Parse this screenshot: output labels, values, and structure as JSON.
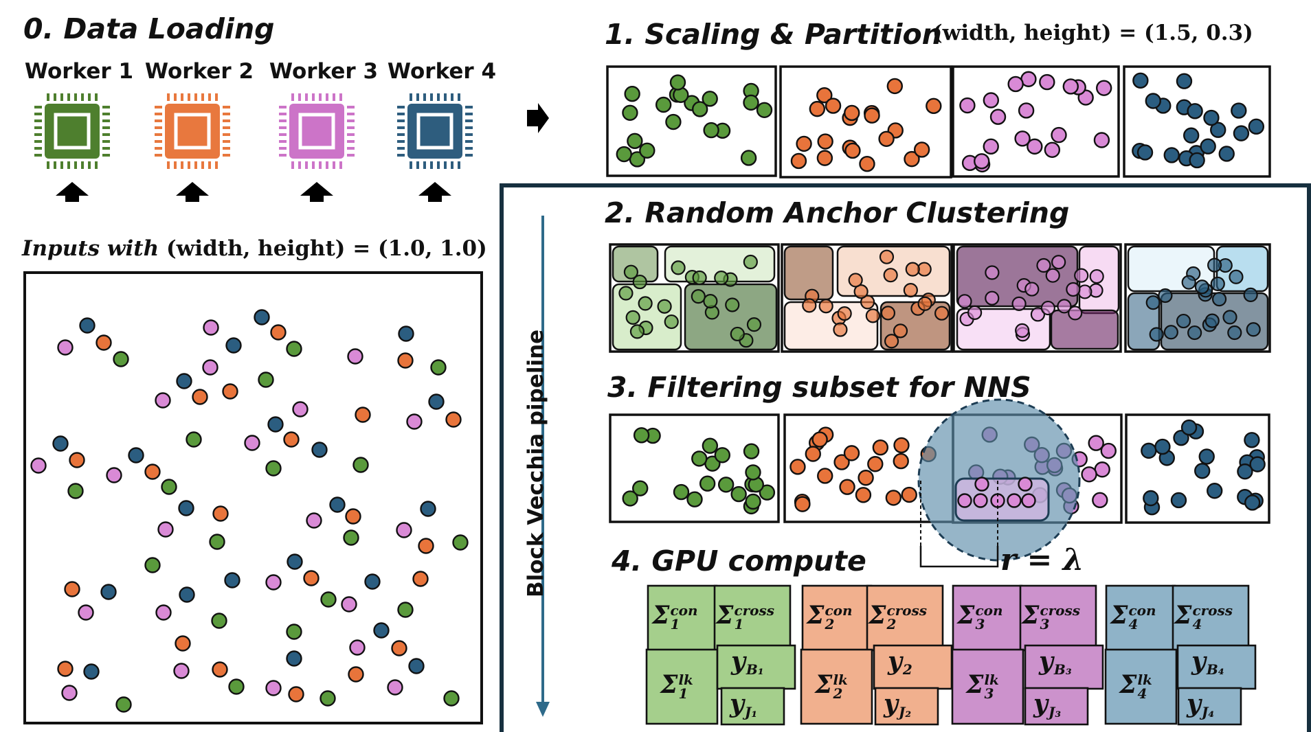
{
  "steps": {
    "step0": "0. Data Loading",
    "step1": "1. Scaling & Partition",
    "step2": "2. Random Anchor Clustering",
    "step3": "3. Filtering subset for NNS",
    "step4": "4. GPU compute"
  },
  "workers": [
    "Worker 1",
    "Worker 2",
    "Worker 3",
    "Worker 4"
  ],
  "colors": {
    "green": "#5a9a3c",
    "orange": "#e8743b",
    "pink": "#d98ad6",
    "blue": "#2b5d80",
    "chip_green": "#4e7f2e",
    "chip_orange": "#e8783e",
    "chip_pink": "#cc74c8",
    "chip_blue": "#2e5d7e",
    "pipeline_border": "#17303f",
    "search_circle": "#5e8eaa"
  },
  "math": {
    "inputs_prefix": "Inputs with",
    "inputs_wh": "(width, height) = (1.0, 1.0)",
    "scale_wh": "(width, height) = (1.5, 0.3)",
    "radius": "r = λ"
  },
  "pipeline_label": "Block Vecchia pipeline",
  "icons": [
    "cpu-chip-icon",
    "up-arrow-icon",
    "right-arrow-icon",
    "down-arrow-icon"
  ],
  "gpu": [
    {
      "con": "Σ",
      "con_sup": "con",
      "con_sub": "1",
      "cross": "Σ",
      "cross_sup": "cross",
      "cross_sub": "1",
      "lk": "Σ",
      "lk_sup": "lk",
      "lk_sub": "1",
      "yb": "y",
      "yb_sub": "B₁",
      "yj": "y",
      "yj_sub": "J₁"
    },
    {
      "con": "Σ",
      "con_sup": "con",
      "con_sub": "2",
      "cross": "Σ",
      "cross_sup": "cross",
      "cross_sub": "2",
      "lk": "Σ",
      "lk_sup": "lk",
      "lk_sub": "2",
      "yb": "y",
      "yb_sub": "2",
      "yj": "y",
      "yj_sub": "J₂"
    },
    {
      "con": "Σ",
      "con_sup": "con",
      "con_sub": "3",
      "cross": "Σ",
      "cross_sup": "cross",
      "cross_sub": "3",
      "lk": "Σ",
      "lk_sup": "lk",
      "lk_sub": "3",
      "yb": "y",
      "yb_sub": "B₃",
      "yj": "y",
      "yj_sub": "J₃"
    },
    {
      "con": "Σ",
      "con_sup": "con",
      "con_sub": "4",
      "cross": "Σ",
      "cross_sup": "cross",
      "cross_sub": "4",
      "lk": "Σ",
      "lk_sup": "lk",
      "lk_sub": "4",
      "yb": "y",
      "yb_sub": "B₄",
      "yj": "y",
      "yj_sub": "J₄"
    }
  ]
}
